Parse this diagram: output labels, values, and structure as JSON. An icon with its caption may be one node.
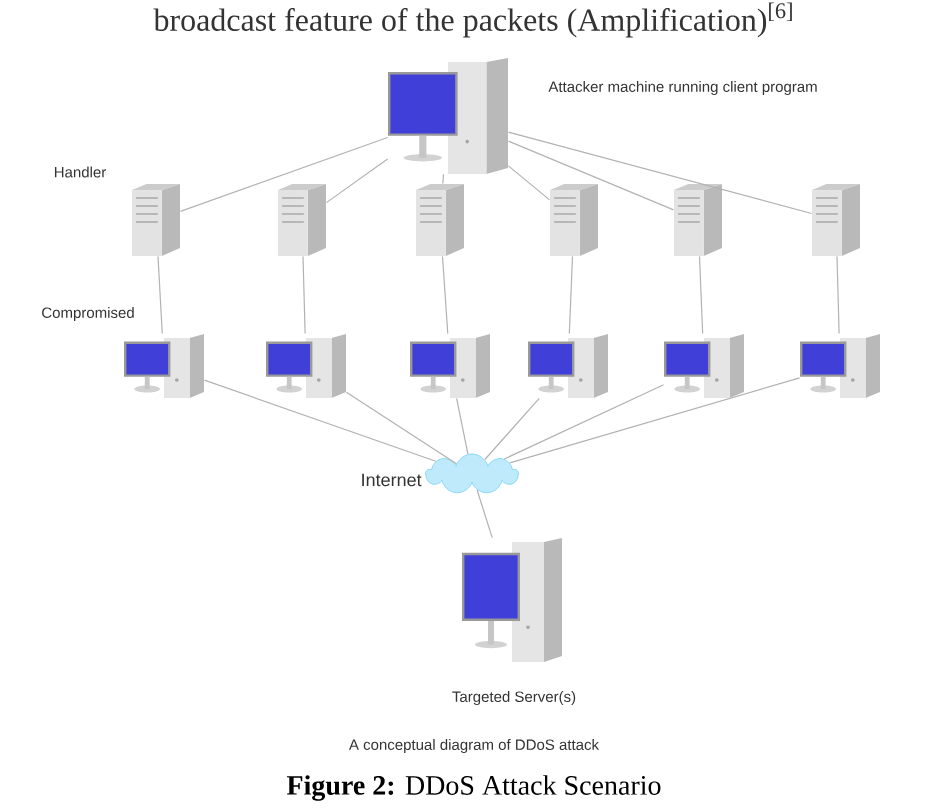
{
  "diagram": {
    "caption": "**Figure 2:** DDoS Attack Scenario",
    "nodes": [
      {
        "text": [],
        "shape": "picture",
        "beside": [
          "Attacker machine running client program"
        ]
      },
      {
        "text": [],
        "shape": "picture"
      },
      {
        "text": [],
        "shape": "picture"
      },
      {
        "text": [],
        "shape": "picture"
      },
      {
        "text": [],
        "shape": "picture"
      },
      {
        "text": [],
        "shape": "picture"
      },
      {
        "text": [],
        "shape": "picture"
      },
      {
        "text": [],
        "shape": "picture"
      },
      {
        "text": [],
        "shape": "picture"
      },
      {
        "text": [],
        "shape": "picture"
      },
      {
        "text": [],
        "shape": "picture"
      },
      {
        "text": [],
        "shape": "picture"
      },
      {
        "text": [],
        "shape": "picture"
      },
      {
        "text": [],
        "shape": "cloud",
        "beside": [
          "Internet"
        ]
      },
      {
        "text": [],
        "shape": "picture",
        "beside": [
          "Targeted Server(s)"
        ]
      }
    ],
    "edges": [
      {
        "from": 0,
        "to": 1,
        "arrow": "none"
      },
      {
        "from": 0,
        "to": 2,
        "arrow": "none"
      },
      {
        "from": 0,
        "to": 3,
        "arrow": "none"
      },
      {
        "from": 0,
        "to": 4,
        "arrow": "none"
      },
      {
        "from": 0,
        "to": 5,
        "arrow": "none"
      },
      {
        "from": 0,
        "to": 6,
        "arrow": "none"
      },
      {
        "from": 1,
        "to": 7,
        "arrow": "none"
      },
      {
        "from": 2,
        "to": 8,
        "arrow": "none"
      },
      {
        "from": 3,
        "to": 9,
        "arrow": "none"
      },
      {
        "from": 4,
        "to": 10,
        "arrow": "none"
      },
      {
        "from": 5,
        "to": 11,
        "arrow": "none"
      },
      {
        "from": 6,
        "to": 12,
        "arrow": "none"
      },
      {
        "from": 7,
        "to": 13,
        "arrow": "none"
      },
      {
        "from": 8,
        "to": 13,
        "arrow": "none"
      },
      {
        "from": 9,
        "to": 13,
        "arrow": "none"
      },
      {
        "from": 10,
        "to": 13,
        "arrow": "none"
      },
      {
        "from": 11,
        "to": 13,
        "arrow": "none"
      },
      {
        "from": 12,
        "to": 13,
        "arrow": "none"
      },
      {
        "from": 13,
        "to": 14,
        "arrow": "none"
      }
    ],
    "labels": [
      "broadcast feature of the packets (Amplification)$^{[6]}$",
      "Handler",
      "Compromised",
      "A conceptual diagram of DDoS attack"
    ]
  }
}
